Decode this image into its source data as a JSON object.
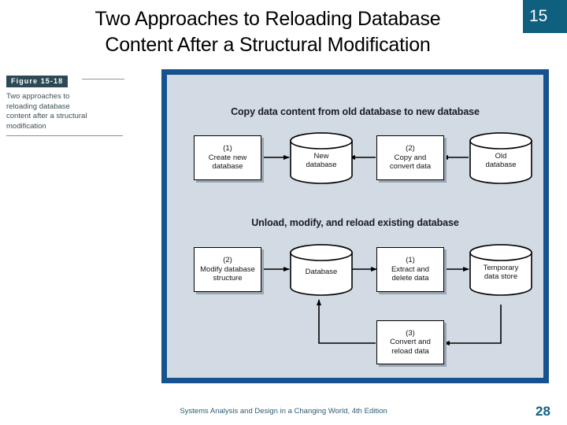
{
  "slide": {
    "title_line1": "Two Approaches to Reloading Database",
    "title_line2": "Content After a Structural Modification",
    "badge_number": "15",
    "accent_teal": "#0F5F7E",
    "accent_blue": "#16538E",
    "diagram_fill": "#D2DAE3"
  },
  "figure_caption": {
    "label": "Figure 15-18",
    "line1": "Two approaches to",
    "line2": "reloading database",
    "line3": "content after a structural",
    "line4": "modification"
  },
  "diagram": {
    "section1": {
      "title": "Copy data content from old database to new database",
      "nodes": [
        {
          "id": "create-new-database",
          "shape": "box",
          "num": "(1)",
          "line1": "Create new",
          "line2": "database"
        },
        {
          "id": "new-database",
          "shape": "cylinder",
          "num": "",
          "line1": "New",
          "line2": "database"
        },
        {
          "id": "copy-and-convert-data",
          "shape": "box",
          "num": "(2)",
          "line1": "Copy and",
          "line2": "convert data"
        },
        {
          "id": "old-database",
          "shape": "cylinder",
          "num": "",
          "line1": "Old",
          "line2": "database"
        }
      ]
    },
    "section2": {
      "title": "Unload, modify, and reload existing database",
      "nodes": [
        {
          "id": "modify-database-structure",
          "shape": "box",
          "num": "(2)",
          "line1": "Modify database",
          "line2": "structure"
        },
        {
          "id": "database",
          "shape": "cylinder",
          "num": "",
          "line1": "Database",
          "line2": ""
        },
        {
          "id": "extract-and-delete-data",
          "shape": "box",
          "num": "(1)",
          "line1": "Extract and",
          "line2": "delete data"
        },
        {
          "id": "temporary-data-store",
          "shape": "cylinder",
          "num": "",
          "line1": "Temporary",
          "line2": "data store"
        },
        {
          "id": "convert-and-reload-data",
          "shape": "box",
          "num": "(3)",
          "line1": "Convert and",
          "line2": "reload data"
        }
      ]
    }
  },
  "footer": {
    "text": "Systems Analysis and Design in a Changing World, 4th Edition",
    "page": "28"
  }
}
